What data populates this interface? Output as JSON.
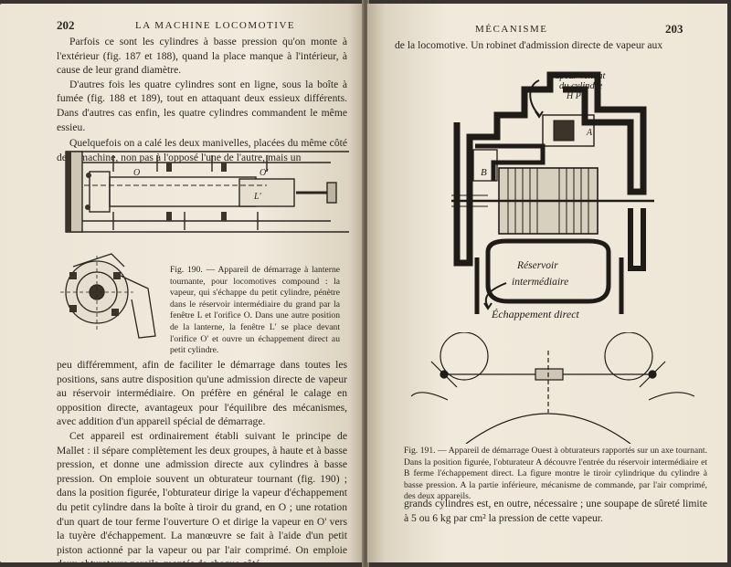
{
  "left_page": {
    "page_number": "202",
    "running_head": "LA MACHINE LOCOMOTIVE",
    "para1": "Parfois ce sont les cylindres à basse pression qu'on monte à l'extérieur (fig. 187 et 188), quand la place manque à l'intérieur, à cause de leur grand diamètre.",
    "para2": "D'autres fois les quatre cylindres sont en ligne, sous la boîte à fumée (fig. 188 et 189), tout en attaquant deux essieux différents. Dans d'autres cas enfin, les quatre cylindres commandent le même essieu.",
    "para3": "Quelquefois on a calé les deux manivelles, placées du même côté de la machine, non pas à l'opposé l'une de l'autre, mais un",
    "figure_labels": {
      "O_left": "O",
      "O_prime": "O'",
      "L_prime": "L'"
    },
    "caption_190": "Fig. 190. — Appareil de démarrage à lanterne tournante, pour locomotives compound : la vapeur, qui s'échappe du petit cylindre, pénètre dans le réservoir intermédiaire du grand par la fenêtre L et l'orifice O. Dans une autre position de la lanterne, la fenêtre L' se place devant l'orifice O' et ouvre un échappement direct au petit cylindre.",
    "para4": "peu différemment, afin de faciliter le démarrage dans toutes les positions, sans autre disposition qu'une admission directe de vapeur au réservoir intermédiaire. On préfère en général le calage en opposition directe, avantageux pour l'équilibre des mécanismes, avec addition d'un appareil spécial de démarrage.",
    "para5": "Cet appareil est ordinairement établi suivant le principe de Mallet : il sépare complètement les deux groupes, à haute et à basse pression, et donne une admission directe aux cylindres à basse pression. On emploie souvent un obturateur tournant (fig. 190) ; dans la position figurée, l'obturateur dirige la vapeur d'échappement du petit cylindre dans la boîte à tiroir du grand, en O ; une rotation d'un quart de tour ferme l'ouverture O et dirige la vapeur en O' vers la tuyère d'échappement. La manœuvre se fait à l'aide d'un petit piston actionné par la vapeur ou par l'air comprimé. On emploie deux obturateurs pareils, montés de chaque côté"
  },
  "right_page": {
    "page_number": "203",
    "running_head": "MÉCANISME",
    "top_line": "de la locomotive. Un robinet d'admission directe de vapeur aux",
    "figure_labels": {
      "steam_in_1": "Vapeur venant",
      "steam_in_2": "du cylindre",
      "steam_in_3": "H P",
      "label_A": "A",
      "label_B": "B",
      "reservoir_1": "Réservoir",
      "reservoir_2": "intermédiaire",
      "exhaust": "Échappement direct"
    },
    "caption_191": "Fig. 191. — Appareil de démarrage Ouest à obturateurs rapportés sur un axe tournant. Dans la position figurée, l'obturateur A découvre l'entrée du réservoir intermédiaire et B ferme l'échappement direct. La figure montre le tiroir cylindrique du cylindre à basse pression. A la partie inférieure, mécanisme de commande, par l'air comprimé, des deux appareils.",
    "bottom_text": "grands cylindres est, en outre, nécessaire ; une soupape de sûreté limite à 5 ou 6 kg par cm² la pression de cette vapeur."
  }
}
